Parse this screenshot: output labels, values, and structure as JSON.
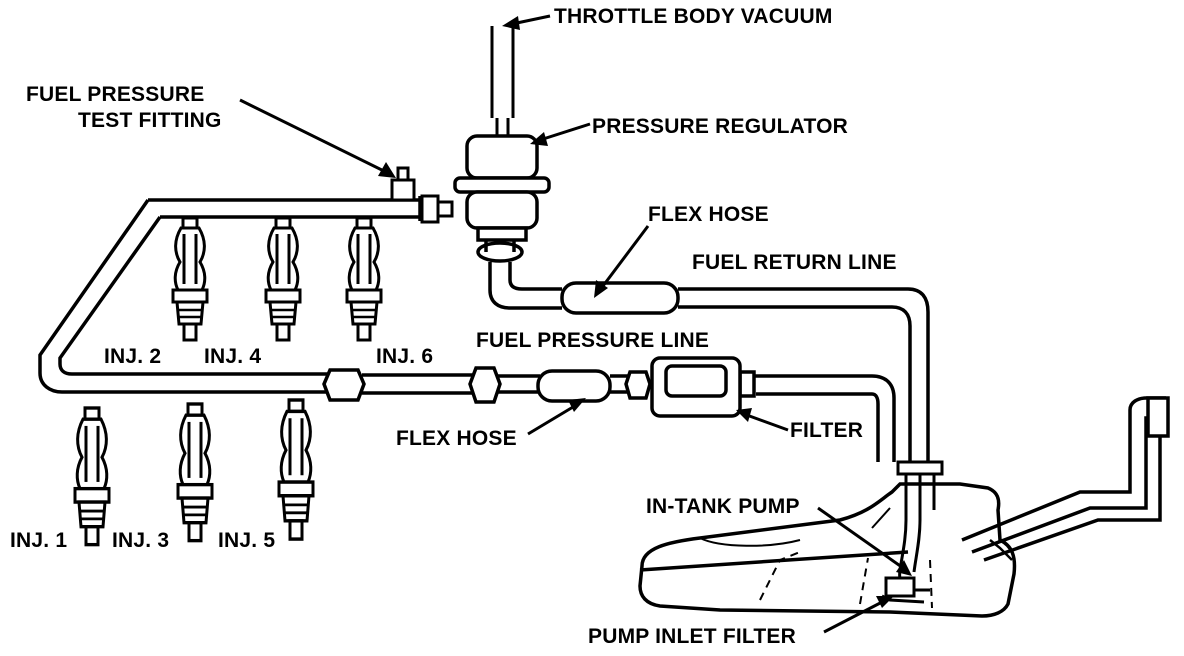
{
  "labels": {
    "throttle_body_vacuum": "THROTTLE BODY VACUUM",
    "fuel_pressure": "FUEL PRESSURE",
    "test_fitting": "TEST FITTING",
    "pressure_regulator": "PRESSURE REGULATOR",
    "flex_hose_top": "FLEX HOSE",
    "fuel_return_line": "FUEL RETURN LINE",
    "fuel_pressure_line": "FUEL PRESSURE LINE",
    "flex_hose_bottom": "FLEX HOSE",
    "filter": "FILTER",
    "in_tank_pump": "IN-TANK PUMP",
    "pump_inlet_filter": "PUMP INLET FILTER",
    "inj1": "INJ. 1",
    "inj2": "INJ. 2",
    "inj3": "INJ. 3",
    "inj4": "INJ. 4",
    "inj5": "INJ. 5",
    "inj6": "INJ. 6"
  },
  "colors": {
    "ink": "#000000",
    "paper": "#ffffff"
  }
}
